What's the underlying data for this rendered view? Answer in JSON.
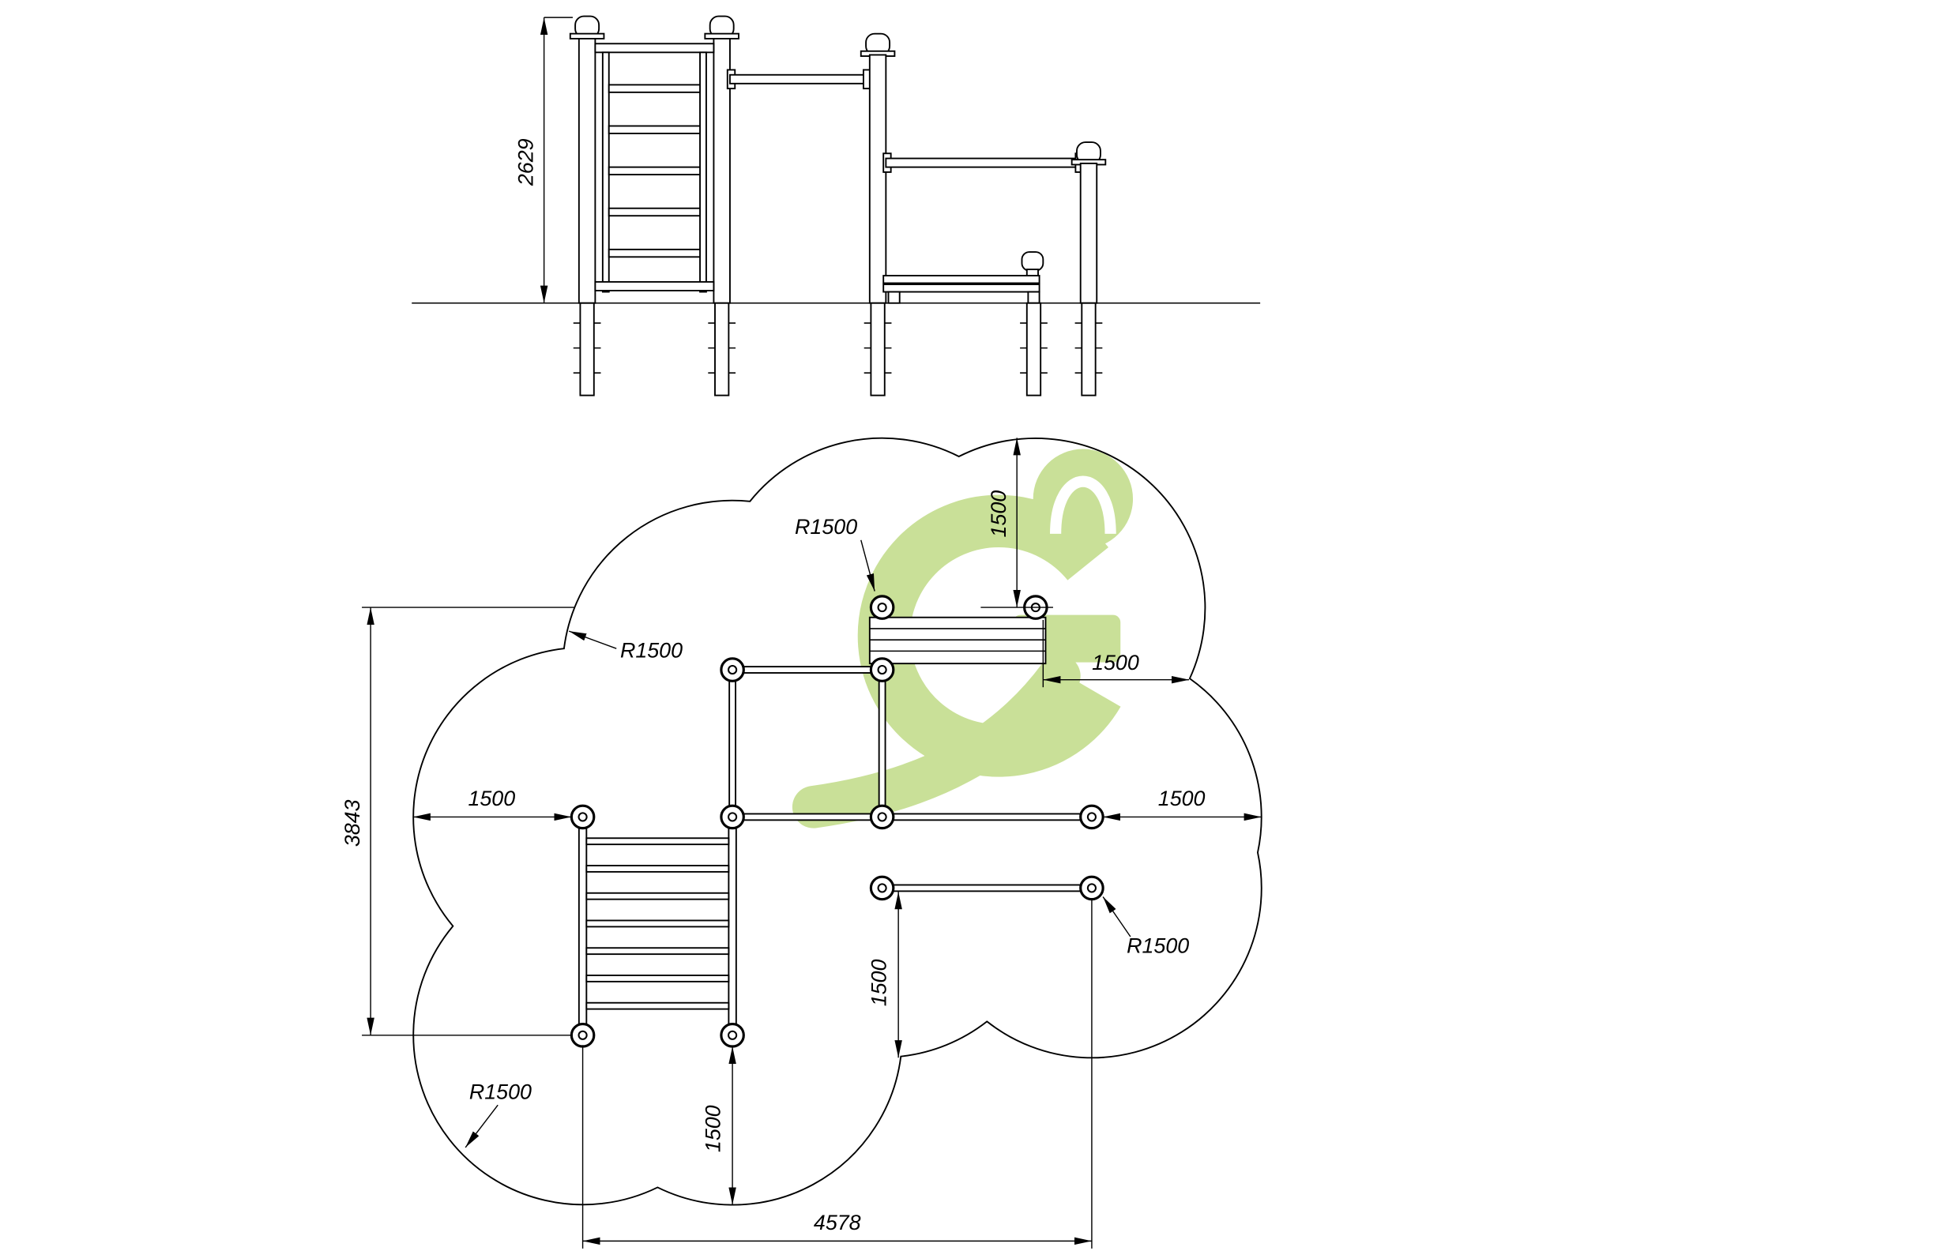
{
  "logo": {
    "color": "#c9e098",
    "accent": "#ffffff"
  },
  "elevation": {
    "overall_height": "2629"
  },
  "plan": {
    "overall_depth": "3843",
    "overall_width": "4578",
    "offset_left": "1500",
    "offset_right": "1500",
    "offset_top": "1500",
    "offset_bench": "1500",
    "offset_mid": "1500",
    "offset_ladder": "1500",
    "radius_top": "R1500",
    "radius_left": "R1500",
    "radius_right": "R1500",
    "radius_bottom": "R1500"
  }
}
